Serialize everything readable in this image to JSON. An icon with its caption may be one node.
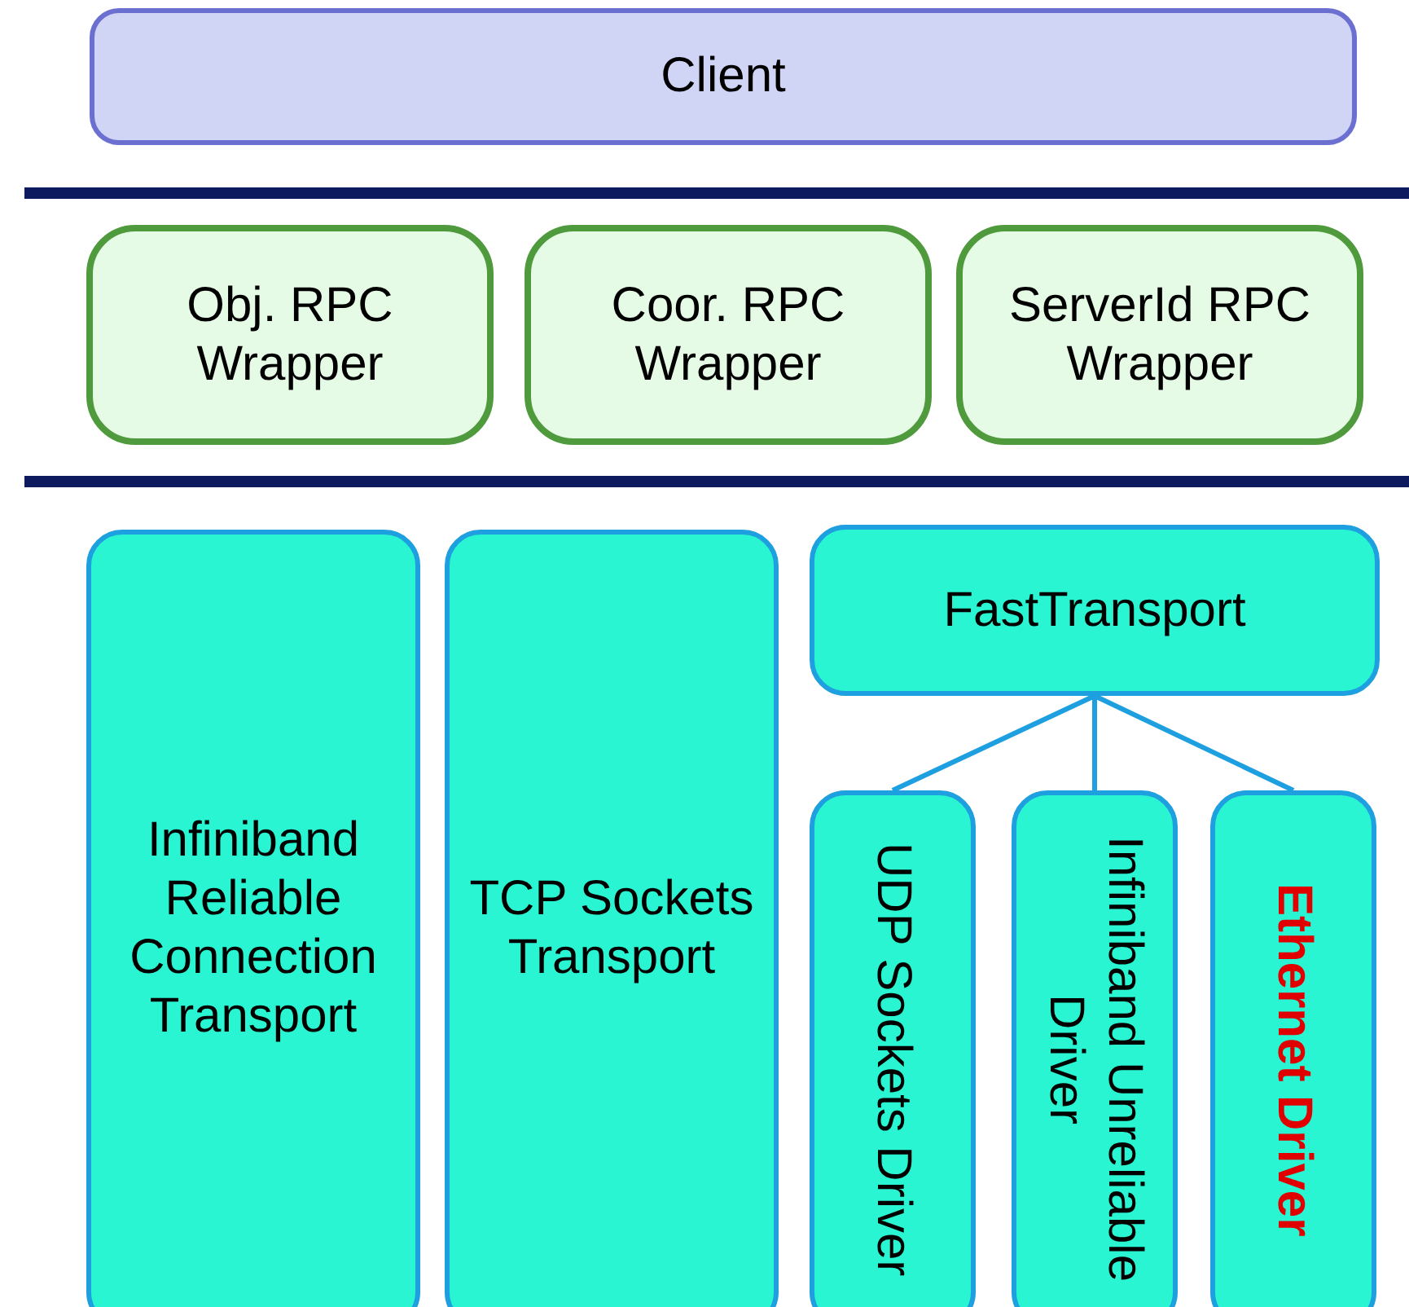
{
  "diagram": {
    "nodes": [
      {
        "text": [
          "Client"
        ]
      },
      {
        "text": [
          "Obj. RPC Wrapper"
        ]
      },
      {
        "text": [
          "Coor. RPC Wrapper"
        ]
      },
      {
        "text": [
          "ServerId RPC Wrapper"
        ]
      },
      {
        "text": [
          "Infiniband Reliable Connection Transport"
        ]
      },
      {
        "text": [
          "TCP Sockets Transport"
        ]
      },
      {
        "text": [
          "FastTransport"
        ]
      },
      {
        "text": [
          "UDP Sockets Driver"
        ]
      },
      {
        "text": [
          "Infiniband Unreliable Driver"
        ]
      },
      {
        "text": [
          "Ethernet Driver"
        ]
      }
    ],
    "edges": [
      {
        "from": 6,
        "to": 7,
        "arrow": "none"
      },
      {
        "from": 6,
        "to": 8,
        "arrow": "none"
      },
      {
        "from": 6,
        "to": 9,
        "arrow": "none"
      }
    ]
  }
}
